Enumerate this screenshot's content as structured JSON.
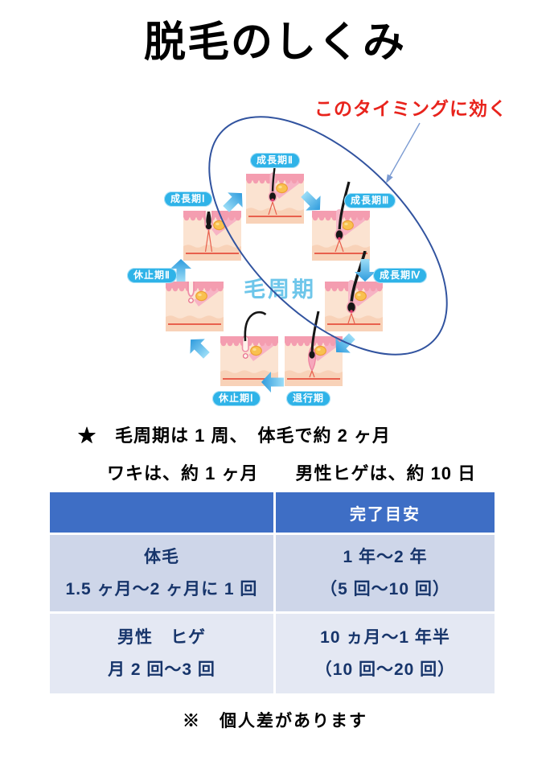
{
  "title": "脱毛のしくみ",
  "diagram": {
    "annotation": "このタイミングに効く",
    "center_label": "毛周期",
    "stages": [
      {
        "id": "growth1",
        "label": "成長期Ⅰ"
      },
      {
        "id": "growth2",
        "label": "成長期Ⅱ"
      },
      {
        "id": "growth3",
        "label": "成長期Ⅲ"
      },
      {
        "id": "growth4",
        "label": "成長期Ⅳ"
      },
      {
        "id": "regression",
        "label": "退行期"
      },
      {
        "id": "rest1",
        "label": "休止期Ⅰ"
      },
      {
        "id": "rest2",
        "label": "休止期Ⅱ"
      }
    ],
    "colors": {
      "badge_blue": "#2FB3E8",
      "ellipse_stroke": "#31539F",
      "annotation_red": "#E8231C",
      "arrow_light": "#9BDDF7",
      "arrow_dark": "#2E9BDD",
      "center_label": "#6EC6EA"
    }
  },
  "notes": {
    "line1": "★　毛周期は 1 周、　体毛で約 2 ヶ月",
    "line2": "ワキは、約 1 ヶ月　　男性ヒゲは、約 10 日",
    "footer": "※　個人差があります"
  },
  "table": {
    "header": [
      "",
      "完了目安"
    ],
    "rows": [
      {
        "c1a": "体毛",
        "c1b": "1.5 ヶ月～2 ヶ月に 1 回",
        "c2a": "1 年～2 年",
        "c2b": "（5 回～10 回）"
      },
      {
        "c1a": "男性　ヒゲ",
        "c1b": "月 2 回～3 回",
        "c2a": "10 ヵ月～1 年半",
        "c2b": "（10 回～20 回）"
      }
    ],
    "colors": {
      "header_bg": "#3E6EC5",
      "row1_bg": "#CED6E9",
      "row2_bg": "#E4E8F3",
      "text": "#17356B"
    }
  }
}
